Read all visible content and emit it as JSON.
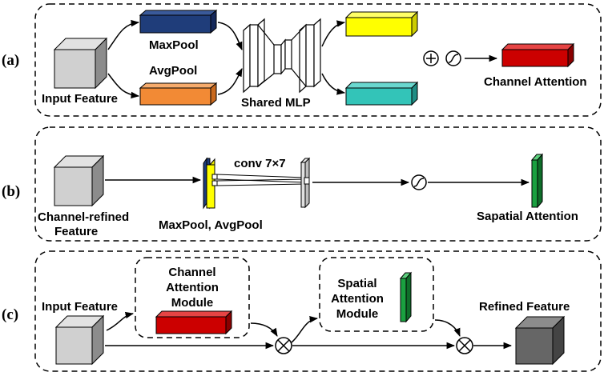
{
  "panel_a": {
    "tag": "(a)",
    "input_label": "Input Feature",
    "maxpool_label": "MaxPool",
    "avgpool_label": "AvgPool",
    "mlp_label": "Shared MLP",
    "output_label": "Channel Attention"
  },
  "panel_b": {
    "tag": "(b)",
    "input_label_line1": "Channel-refined",
    "input_label_line2": "Feature",
    "pool_label": "MaxPool, AvgPool",
    "conv_label": "conv 7×7",
    "output_label": "Sapatial Attention"
  },
  "panel_c": {
    "tag": "(c)",
    "input_label": "Input Feature",
    "cam_line1": "Channel",
    "cam_line2": "Attention",
    "cam_line3": "Module",
    "sam_line1": "Spatial",
    "sam_line2": "Attention",
    "sam_line3": "Module",
    "output_label": "Refined Feature"
  },
  "colors": {
    "maxpool": "#1f3d7a",
    "avgpool": "#f28a35",
    "yellow": "#ffff00",
    "teal": "#33c4b8",
    "red": "#cc0000",
    "green": "#1aa040",
    "cube_light": "#d0d0d0",
    "cube_dark": "#666666"
  }
}
